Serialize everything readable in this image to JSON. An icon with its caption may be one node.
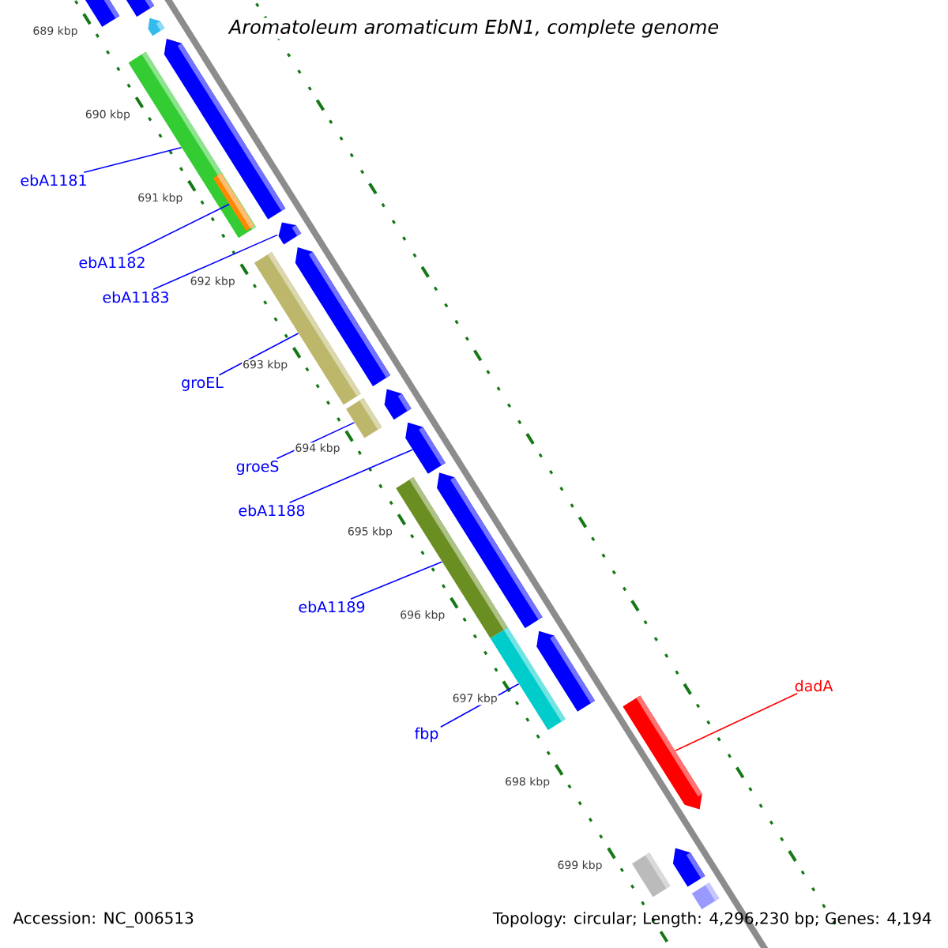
{
  "diagram": {
    "title": "Aromatoleum aromaticum EbN1, complete genome",
    "nodes": [
      {
        "text": [
          "ebA1181"
        ]
      },
      {
        "text": [
          "ebA1182"
        ]
      },
      {
        "text": [
          "ebA1183"
        ]
      },
      {
        "text": [
          "groEL"
        ]
      },
      {
        "text": [
          "groeS"
        ]
      },
      {
        "text": [
          "ebA1188"
        ]
      },
      {
        "text": [
          "ebA1189"
        ]
      },
      {
        "text": [
          "fbp"
        ]
      },
      {
        "text": [
          "dadA"
        ]
      },
      {
        "text": [],
        "shape": "bar"
      },
      {
        "text": [],
        "shape": "bar"
      },
      {
        "text": [],
        "shape": "bar"
      },
      {
        "text": [],
        "shape": "bar"
      },
      {
        "text": [],
        "shape": "bar",
        "in": 12
      },
      {
        "text": [],
        "shape": "bar"
      },
      {
        "text": [],
        "shape": "bar"
      },
      {
        "text": [],
        "shape": "bar"
      },
      {
        "text": [],
        "shape": "bar"
      },
      {
        "text": [],
        "shape": "bar"
      },
      {
        "text": [],
        "shape": "bar"
      },
      {
        "text": [],
        "shape": "bar"
      },
      {
        "text": [],
        "shape": "bar"
      },
      {
        "text": [],
        "shape": "bar"
      },
      {
        "text": [],
        "shape": "bar"
      },
      {
        "text": [],
        "shape": "bar"
      },
      {
        "text": [],
        "shape": "bar"
      },
      {
        "text": [],
        "shape": "bar"
      },
      {
        "text": [],
        "shape": "bar"
      },
      {
        "text": [],
        "shape": "bar"
      }
    ],
    "edges": [
      {
        "from": 0,
        "to": 12,
        "arrow": "none"
      },
      {
        "from": 1,
        "to": 13,
        "arrow": "none"
      },
      {
        "from": 2,
        "to": 15,
        "arrow": "none"
      },
      {
        "from": 3,
        "to": 16,
        "arrow": "none"
      },
      {
        "from": 4,
        "to": 18,
        "arrow": "none"
      },
      {
        "from": 5,
        "to": 20,
        "arrow": "none"
      },
      {
        "from": 6,
        "to": 21,
        "arrow": "none"
      },
      {
        "from": 7,
        "to": 23,
        "arrow": "none"
      },
      {
        "from": 8,
        "to": 25,
        "arrow": "none",
        "color": "#ff0000"
      }
    ],
    "labels": [
      "689 kbp",
      "690 kbp",
      "691 kbp",
      "692 kbp",
      "693 kbp",
      "694 kbp",
      "695 kbp",
      "696 kbp",
      "697 kbp",
      "698 kbp",
      "699 kbp",
      "Accession: NC_006513",
      "Topology: circular; Length: 4,296,230 bp; Genes: 4,194"
    ]
  }
}
